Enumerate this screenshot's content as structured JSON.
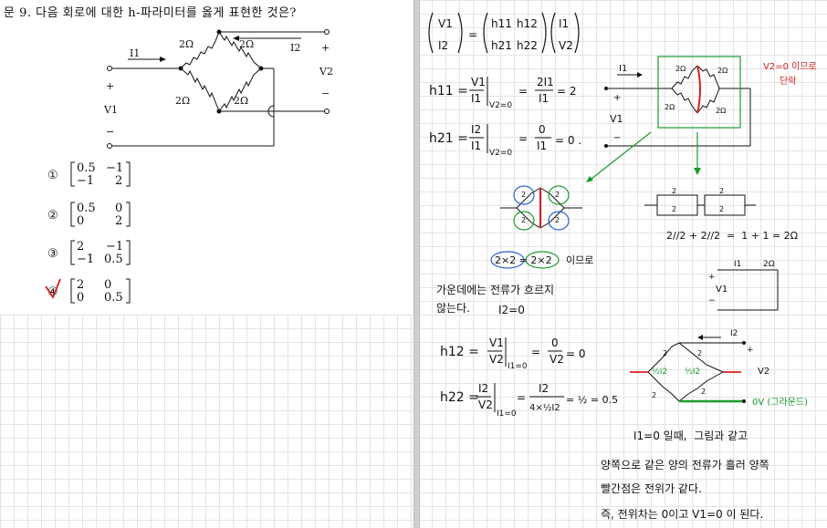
{
  "question": {
    "title": "문 9. 다음 회로에 대한 h-파라미터를 옳게 표현한 것은?",
    "circuit": {
      "r_top_left": "2Ω",
      "r_top_right": "2Ω",
      "r_bot_left": "2Ω",
      "r_bot_right": "2Ω",
      "i1": "I1",
      "i2": "I2",
      "v1": "V1",
      "v2": "V2",
      "plus": "+",
      "minus": "−"
    },
    "choices": [
      {
        "num": "①",
        "m": [
          [
            "0.5",
            "−1"
          ],
          [
            "−1",
            "2"
          ]
        ]
      },
      {
        "num": "②",
        "m": [
          [
            "0.5",
            "0"
          ],
          [
            "0",
            "2"
          ]
        ]
      },
      {
        "num": "③",
        "m": [
          [
            "2",
            "−1"
          ],
          [
            "−1",
            "0.5"
          ]
        ]
      },
      {
        "num": "④",
        "m": [
          [
            "2",
            "0"
          ],
          [
            "0",
            "0.5"
          ]
        ]
      }
    ]
  },
  "notes": {
    "matrix_eq": {
      "v1": "V1",
      "i2": "I2",
      "eq": "=",
      "h11": "h11",
      "h12": "h12",
      "h21": "h21",
      "h22": "h22",
      "ci1": "I1",
      "cv2": "V2"
    },
    "h11": {
      "lhs": "h11 =",
      "frac_num": "V1",
      "frac_den": "I1",
      "cond": "V2=0",
      "eq": "=",
      "num2": "2I1",
      "den2": "I1",
      "result": "= 2"
    },
    "h21": {
      "lhs": "h21 =",
      "frac_num": "I2",
      "frac_den": "I1",
      "cond": "V2=0",
      "eq": "=",
      "num2": "0",
      "den2": "I1",
      "result": "= 0 ."
    },
    "circuit_top": {
      "v2_note": "V2=0 이므로",
      "short": "단락",
      "i1": "I1",
      "plus": "+",
      "minus": "−",
      "v1": "V1",
      "r": [
        "2Ω",
        "2Ω",
        "2Ω",
        "2Ω"
      ]
    },
    "series": {
      "label": "2//2 + 2//2  =  1 + 1 = 2Ω",
      "r": [
        "2",
        "2",
        "2",
        "2"
      ]
    },
    "equiv": {
      "i1": "I1",
      "r": "2Ω",
      "plus": "+",
      "minus": "−",
      "v1": "V1"
    },
    "balance": {
      "eq": "2×2 = 2×2",
      "note": "이므로",
      "r": [
        "2",
        "2",
        "2",
        "2"
      ]
    },
    "bridge_text": {
      "line1": "가운데에는 전류가 흐르지",
      "line2": "않는다.",
      "cond": "I2=0"
    },
    "h12": {
      "lhs": "h12 =",
      "frac_num": "V1",
      "frac_den": "V2",
      "cond": "I1=0",
      "eq": "=",
      "num2": "0",
      "den2": "V2",
      "result": "= 0"
    },
    "h22": {
      "lhs": "h22 =",
      "frac_num": "I2",
      "frac_den": "V2",
      "cond": "I1=0",
      "eq": "=",
      "num2": "I2",
      "den2": "4×½I2",
      "result": "= ½ = 0.5"
    },
    "circuit_bottom": {
      "i2": "I2",
      "plus": "+",
      "v2": "V2",
      "ov": "0V (그라운드)",
      "g1": "½I2",
      "g2": "½I2",
      "r": [
        "2",
        "2",
        "2",
        "2"
      ]
    },
    "conclusion": {
      "line1": "I1=0 일때,  그림과 같고",
      "line2": "양쪽으로 같은 양의 전류가 흘러 양쪽",
      "line3": "빨간점은 전위가 같다.",
      "line4": "즉, 전위차는 0이고 V1=0 이 된다."
    }
  }
}
